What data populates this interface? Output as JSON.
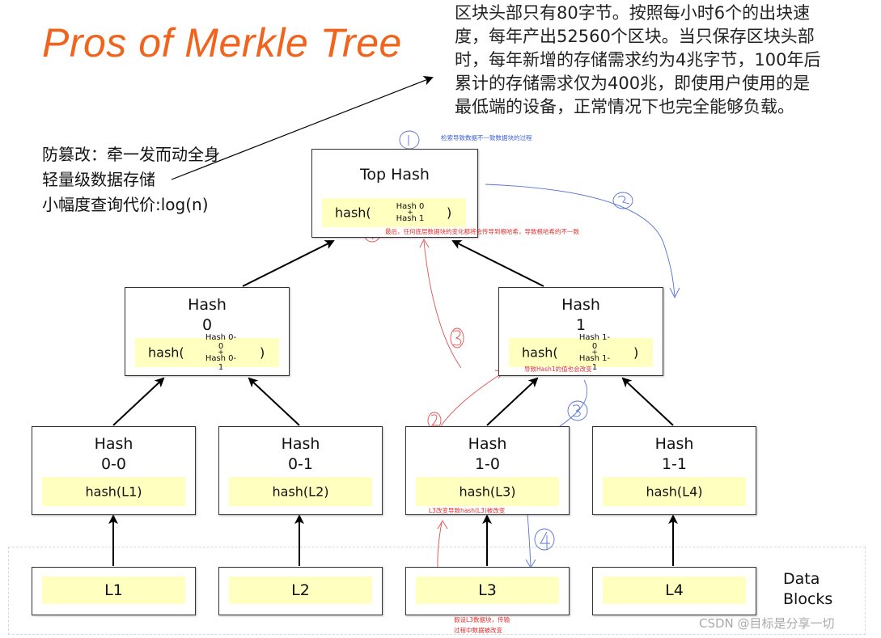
{
  "title": "Pros of Merkle Tree",
  "note_lines": [
    "区块头部只有80字节。按照每小时6个的出块速",
    "度，每年产出52560个区块。当只保存区块头部",
    "时，每年新增的存储需求约为4兆字节，100年后",
    "累计的存储需求仅为400兆，即使用户使用的是",
    "最低端的设备，正常情况下也完全能够负载。"
  ],
  "pros": [
    "防篡改：牵一发而动全身",
    "轻量级数据存储",
    "小幅度查询代价:log(n)"
  ],
  "tree": {
    "top": {
      "label": "Top Hash",
      "fn": "hash(",
      "a": "Hash 0",
      "plus": "+",
      "b": "Hash 1",
      "close": ")"
    },
    "h0": {
      "line1": "Hash",
      "line2": "0",
      "fn": "hash(",
      "a": "Hash 0-0",
      "plus": "+",
      "b": "Hash 0-1",
      "close": ")"
    },
    "h1": {
      "line1": "Hash",
      "line2": "1",
      "fn": "hash(",
      "a": "Hash 1-0",
      "plus": "+",
      "b": "Hash 1-1",
      "close": ")"
    },
    "leaves": [
      {
        "line1": "Hash",
        "line2": "0-0",
        "fn": "hash(L1)"
      },
      {
        "line1": "Hash",
        "line2": "0-1",
        "fn": "hash(L2)"
      },
      {
        "line1": "Hash",
        "line2": "1-0",
        "fn": "hash(L3)"
      },
      {
        "line1": "Hash",
        "line2": "1-1",
        "fn": "hash(L4)"
      }
    ],
    "data": [
      "L1",
      "L2",
      "L3",
      "L4"
    ]
  },
  "data_blocks_label": [
    "Data",
    "Blocks"
  ],
  "annotations": {
    "blue_top": "检索导致数据不一致数据块的过程",
    "red_top": "最后，任何底层数据块的变化都将会传导到根哈希，导致根哈希的不一致",
    "red_h1": "导致Hash1的值也会改变",
    "red_l3": "L3改变导致hash(L3)被改变",
    "red_bottom_1": "假设L3数据块，传输",
    "red_bottom_2": "过程中数据被改变"
  },
  "watermark": "CSDN @目标是分享一切",
  "colors": {
    "title": "#f0641e",
    "highlight": "#ffffc0",
    "red_ink": "#e03030",
    "blue_ink": "#4060d0"
  }
}
